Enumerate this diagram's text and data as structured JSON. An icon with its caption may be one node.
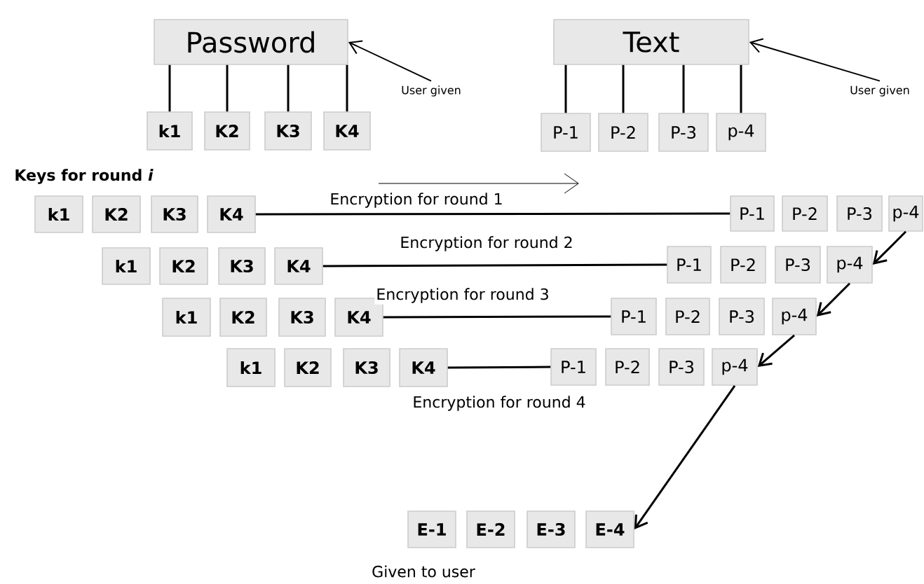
{
  "diagram": {
    "nodes": [
      {
        "text": [
          "Password"
        ]
      },
      {
        "text": [
          "k1"
        ]
      },
      {
        "text": [
          "K2"
        ]
      },
      {
        "text": [
          "K3"
        ]
      },
      {
        "text": [
          "K4"
        ]
      },
      {
        "text": [
          "User given"
        ]
      },
      {
        "text": [
          "Text"
        ]
      },
      {
        "text": [
          "P-1"
        ]
      },
      {
        "text": [
          "P-2"
        ]
      },
      {
        "text": [
          "P-3"
        ]
      },
      {
        "text": [
          "p-4"
        ]
      },
      {
        "text": [
          "User given"
        ]
      },
      {
        "text": [
          "k1"
        ]
      },
      {
        "text": [
          "K2"
        ]
      },
      {
        "text": [
          "K3"
        ]
      },
      {
        "text": [
          "K4"
        ]
      },
      {
        "text": [
          "P-1"
        ]
      },
      {
        "text": [
          "P-2"
        ]
      },
      {
        "text": [
          "P-3"
        ]
      },
      {
        "text": [
          "p-4"
        ]
      },
      {
        "text": [
          "k1"
        ]
      },
      {
        "text": [
          "K2"
        ]
      },
      {
        "text": [
          "K3"
        ]
      },
      {
        "text": [
          "K4"
        ]
      },
      {
        "text": [
          "P-1"
        ]
      },
      {
        "text": [
          "P-2"
        ]
      },
      {
        "text": [
          "P-3"
        ]
      },
      {
        "text": [
          "p-4"
        ]
      },
      {
        "text": [
          "k1"
        ]
      },
      {
        "text": [
          "K2"
        ]
      },
      {
        "text": [
          "K3"
        ]
      },
      {
        "text": [
          "K4"
        ]
      },
      {
        "text": [
          "P-1"
        ]
      },
      {
        "text": [
          "P-2"
        ]
      },
      {
        "text": [
          "P-3"
        ]
      },
      {
        "text": [
          "p-4"
        ]
      },
      {
        "text": [
          "k1"
        ]
      },
      {
        "text": [
          "K2"
        ]
      },
      {
        "text": [
          "K3"
        ]
      },
      {
        "text": [
          "K4"
        ]
      },
      {
        "text": [
          "P-1"
        ]
      },
      {
        "text": [
          "P-2"
        ]
      },
      {
        "text": [
          "P-3"
        ]
      },
      {
        "text": [
          "p-4"
        ]
      },
      {
        "text": [
          "E-1"
        ]
      },
      {
        "text": [
          "E-2"
        ]
      },
      {
        "text": [
          "E-3"
        ]
      },
      {
        "text": [
          "E-4"
        ]
      }
    ],
    "edges": [
      {
        "from": 0,
        "to": 1,
        "arrow": "none"
      },
      {
        "from": 0,
        "to": 2,
        "arrow": "none"
      },
      {
        "from": 0,
        "to": 3,
        "arrow": "none"
      },
      {
        "from": 0,
        "to": 4,
        "arrow": "none"
      },
      {
        "from": 5,
        "to": 0,
        "arrow": "to"
      },
      {
        "from": 6,
        "to": 7,
        "arrow": "none"
      },
      {
        "from": 6,
        "to": 8,
        "arrow": "none"
      },
      {
        "from": 6,
        "to": 9,
        "arrow": "none"
      },
      {
        "from": 6,
        "to": 10,
        "arrow": "none"
      },
      {
        "from": 11,
        "to": 6,
        "arrow": "to"
      },
      {
        "from": 15,
        "to": 16,
        "arrow": "none",
        "label": "Encryption for round 1"
      },
      {
        "from": 23,
        "to": 24,
        "arrow": "none",
        "label": "Encryption for round 2"
      },
      {
        "from": 31,
        "to": 32,
        "arrow": "none",
        "label": "Encryption for round 3"
      },
      {
        "from": 39,
        "to": 40,
        "arrow": "none",
        "label": "Encryption for round 4"
      },
      {
        "from": 19,
        "to": 27,
        "arrow": "to"
      },
      {
        "from": 27,
        "to": 35,
        "arrow": "to"
      },
      {
        "from": 35,
        "to": 43,
        "arrow": "to"
      },
      {
        "from": 43,
        "to": 47,
        "arrow": "to"
      }
    ],
    "labels": [
      "Keys for round *i*",
      "Given to user"
    ]
  }
}
